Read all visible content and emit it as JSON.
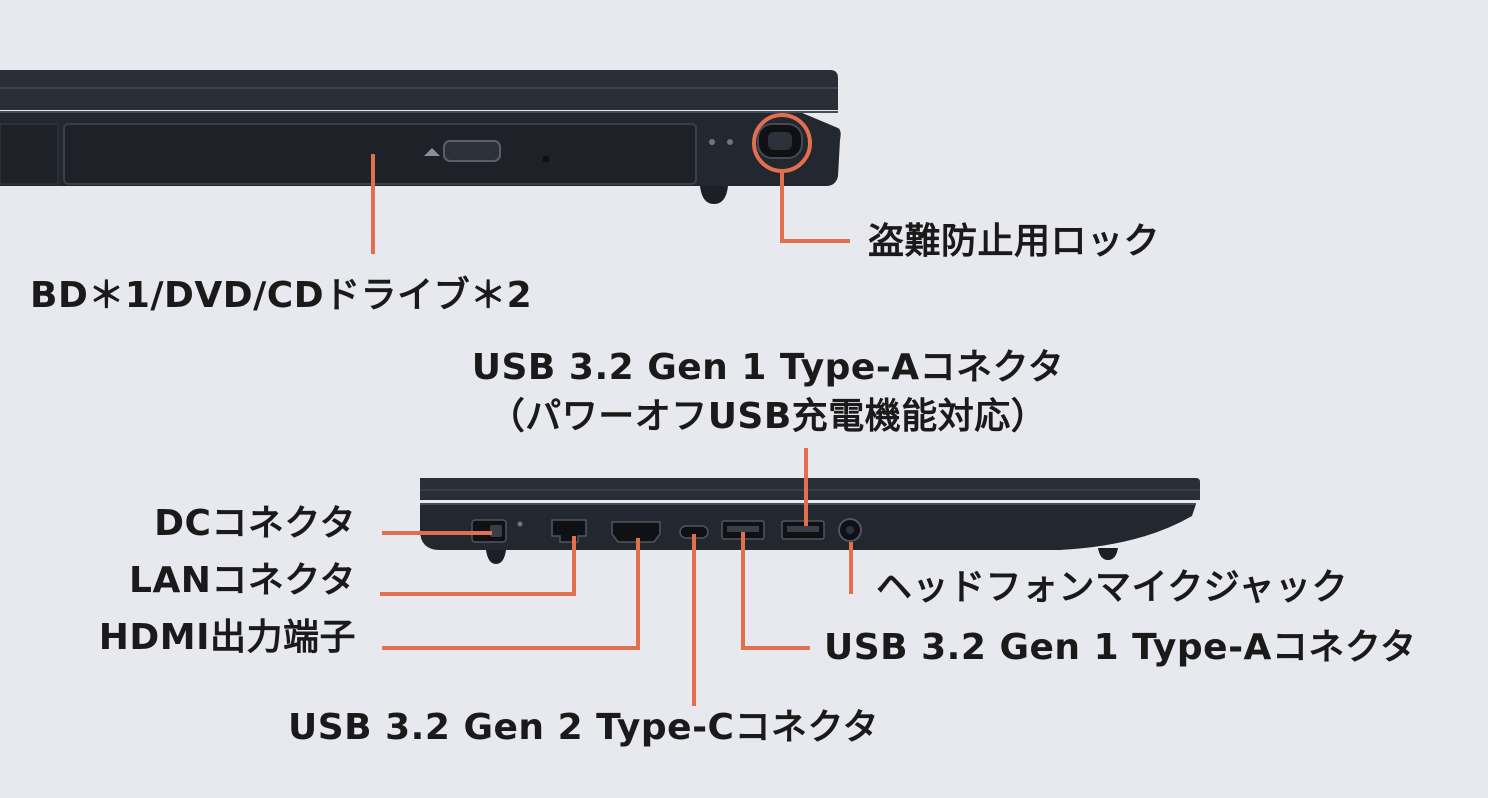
{
  "colors": {
    "background": "#e7e9ee",
    "callout_line": "#e2704f",
    "laptop_body": "#23272f",
    "laptop_edge": "#3a3f49",
    "text": "#1a1a1a"
  },
  "top_view": {
    "labels": {
      "optical_drive": "BD＊1/DVD/CDドライブ＊2",
      "security_lock": "盗難防止用ロック"
    },
    "icons": [
      "eject-icon",
      "security-lock-slot-icon"
    ]
  },
  "side_view": {
    "labels": {
      "usb_a_power_off_line1": "USB 3.2 Gen 1 Type-Aコネクタ",
      "usb_a_power_off_line2": "（パワーオフUSB充電機能対応）",
      "dc": "DCコネクタ",
      "lan": "LANコネクタ",
      "hdmi": "HDMI出力端子",
      "headphone_mic": "ヘッドフォンマイクジャック",
      "usb_a": "USB 3.2 Gen 1 Type-Aコネクタ",
      "usb_c": "USB 3.2 Gen 2 Type-Cコネクタ"
    },
    "icons": [
      "dc-port-icon",
      "lan-port-icon",
      "hdmi-port-icon",
      "usb-c-port-icon",
      "usb-a-port-icon",
      "headphone-jack-icon"
    ]
  }
}
